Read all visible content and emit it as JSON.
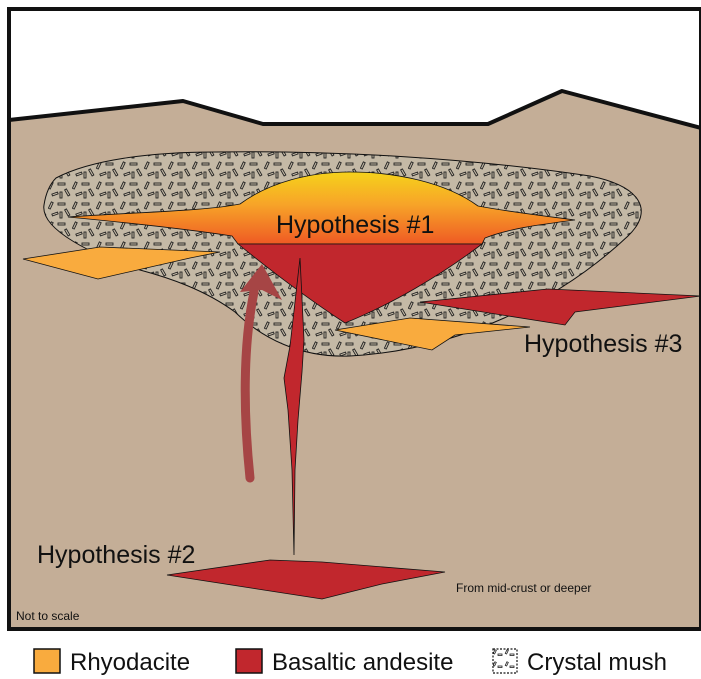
{
  "labels": {
    "hypothesis_1": "Hypothesis #1",
    "hypothesis_2": "Hypothesis #2",
    "hypothesis_3": "Hypothesis #3",
    "source_note": "From mid-crust or deeper",
    "scale_note": "Not to scale"
  },
  "legend": [
    {
      "label": "Rhyodacite",
      "color": "#f9ab3e"
    },
    {
      "label": "Basaltic andesite",
      "color": "#c1272d"
    },
    {
      "label": "Crystal mush",
      "color": "#ffffff"
    }
  ],
  "colors": {
    "crust": "#c4ae97",
    "crystal_mush": "#c4b9a6",
    "rhyodacite": "#f9ab3e",
    "basaltic_andesite": "#c1272d",
    "chamber_top": "#f6d21b",
    "arrow": "#a64545"
  }
}
